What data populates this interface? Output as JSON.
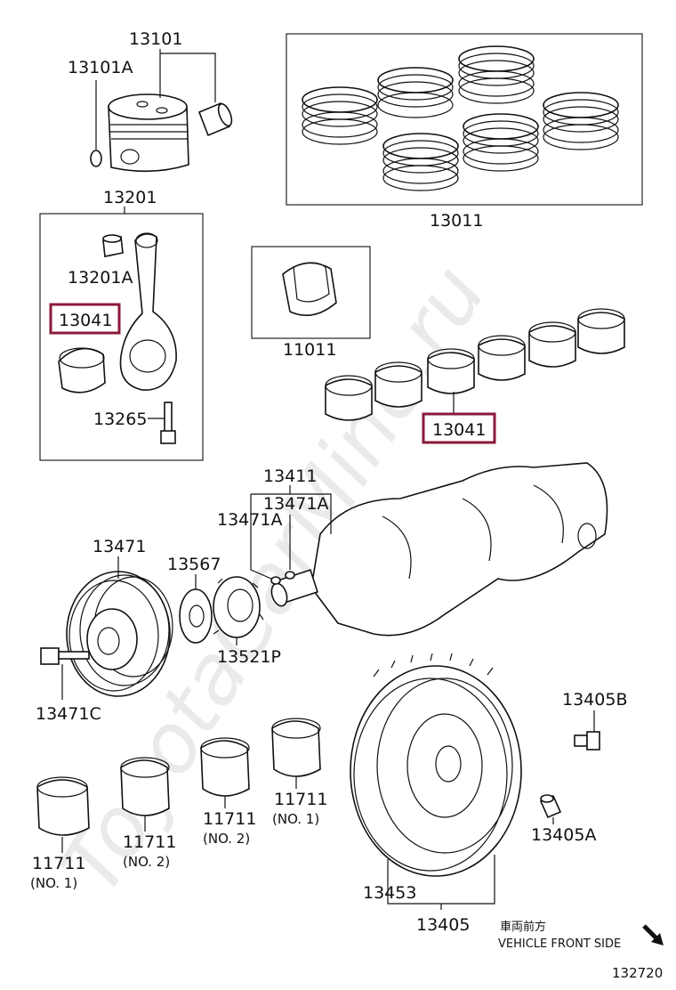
{
  "watermark": "ToyotaCarMine.ru",
  "labels": {
    "p13101": "13101",
    "p13101A": "13101A",
    "p13011": "13011",
    "p13201": "13201",
    "p13201A": "13201A",
    "p13041_rod": "13041",
    "p13265": "13265",
    "p11011": "11011",
    "p13041_main": "13041",
    "p13411": "13411",
    "p13471A_a": "13471A",
    "p13471A_b": "13471A",
    "p13471": "13471",
    "p13567": "13567",
    "p13521P": "13521P",
    "p13471C": "13471C",
    "p13405B": "13405B",
    "p13405A": "13405A",
    "p11711_a": "11711",
    "p11711_a_sub": "(NO. 1)",
    "p11711_b": "11711",
    "p11711_b_sub": "(NO. 2)",
    "p11711_c": "11711",
    "p11711_c_sub": "(NO. 2)",
    "p11711_d": "11711",
    "p11711_d_sub": "(NO. 1)",
    "p13453": "13453",
    "p13405": "13405",
    "front_jp": "車両前方",
    "front_en": "VEHICLE FRONT SIDE",
    "diagram_no": "132720"
  },
  "colors": {
    "highlight": "#8b1a3a",
    "line": "#111111",
    "watermark": "#d9d9d9"
  }
}
